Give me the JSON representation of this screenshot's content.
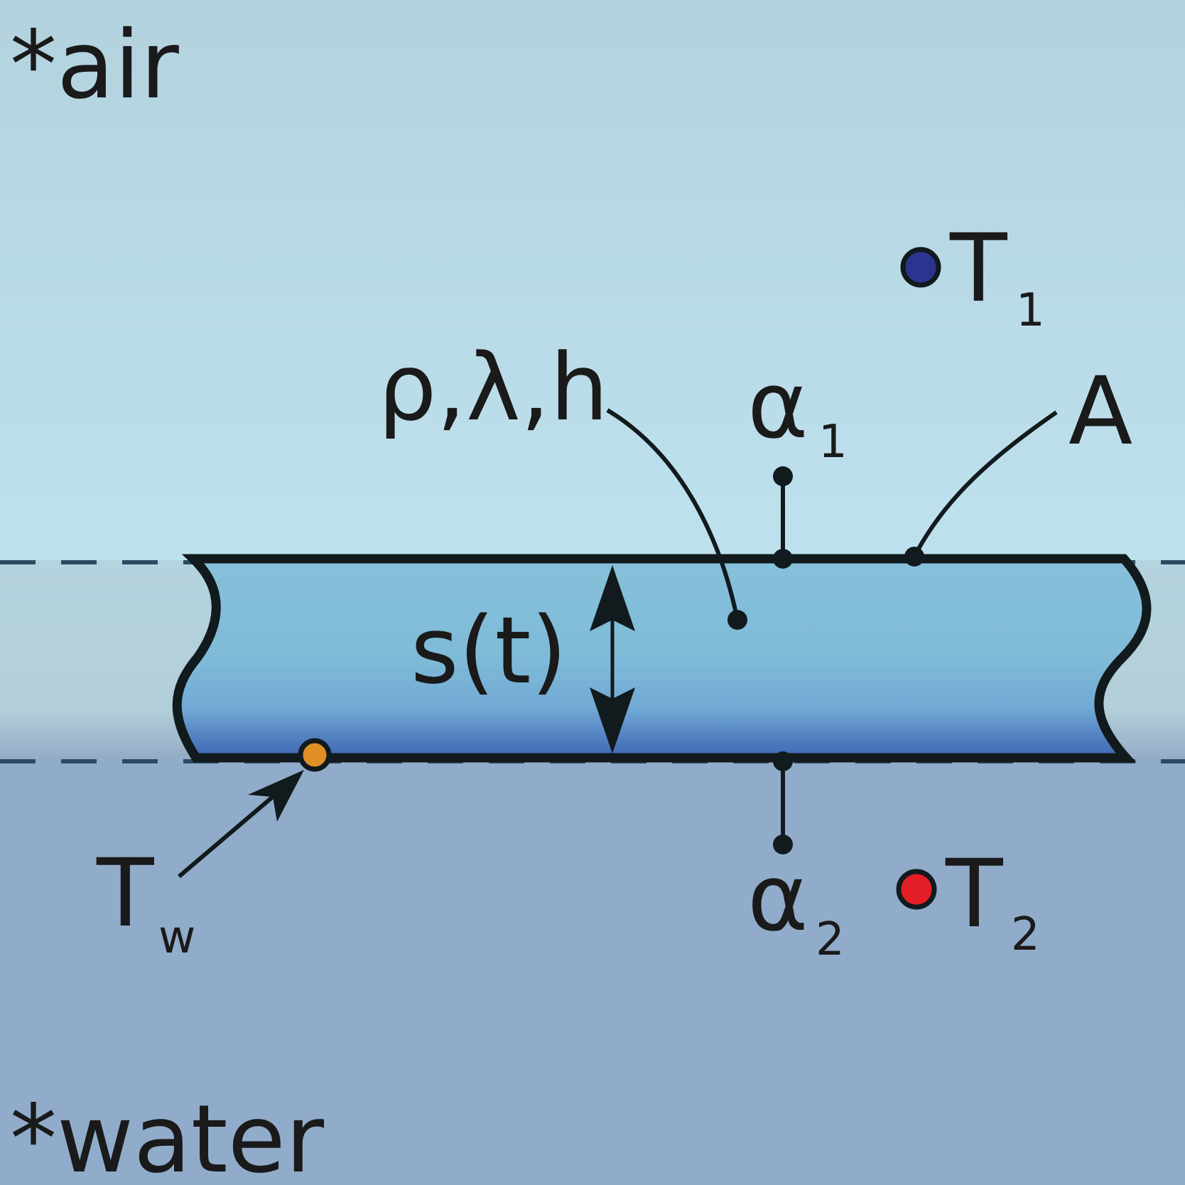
{
  "labels": {
    "air": "*air",
    "water": "*water",
    "T1_main": "T",
    "T1_sub": "1",
    "T2_main": "T",
    "T2_sub": "2",
    "Tw_main": "T",
    "Tw_sub": "w",
    "alpha1_main": "α",
    "alpha1_sub": "1",
    "alpha2_main": "α",
    "alpha2_sub": "2",
    "props": "ρ,λ,h",
    "area": "A",
    "thickness": "s(t)"
  },
  "colors": {
    "air_top": "#b3d2de",
    "air_bottom": "#bee1ee",
    "water": "#91acca",
    "layer_top": "#86c0db",
    "layer_bottom": "#3d66b3",
    "outline": "#111a1c",
    "dash": "#2c4a63",
    "T1_dot": "#2b3590",
    "T2_dot": "#e41e26",
    "Tw_dot": "#df8f24"
  }
}
